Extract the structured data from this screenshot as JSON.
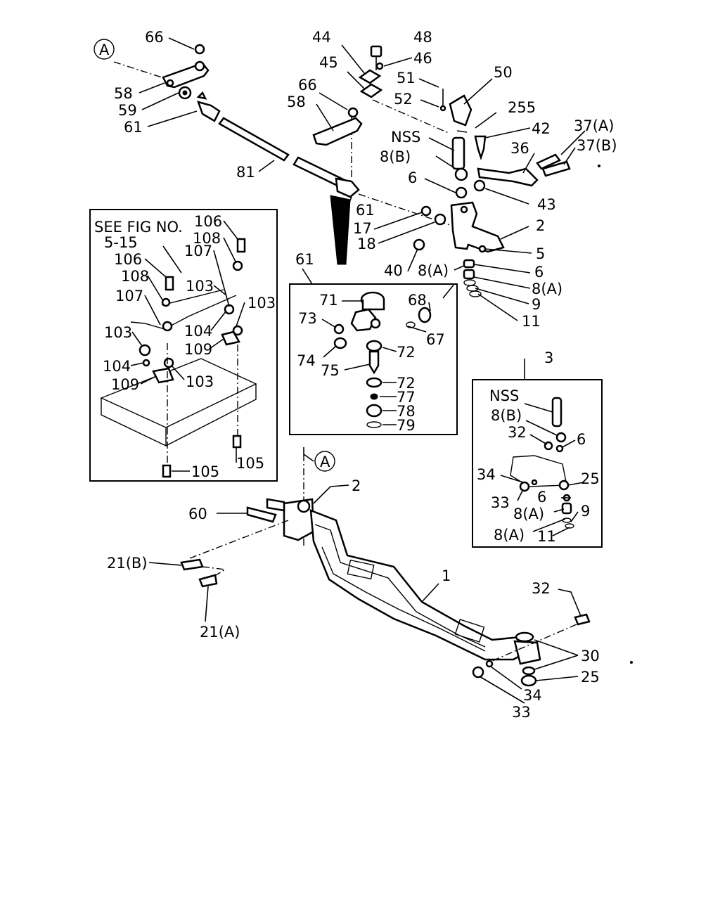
{
  "ref_mark": "A",
  "inset_note": [
    "SEE FIG NO.",
    "5-15"
  ],
  "callouts": {
    "c66a": "66",
    "c58a": "58",
    "c59": "59",
    "c61a": "61",
    "c81": "81",
    "c44": "44",
    "c48": "48",
    "c46": "46",
    "c45": "45",
    "c51": "51",
    "c50": "50",
    "c52": "52",
    "c255": "255",
    "c66b": "66",
    "c58b": "58",
    "c42": "42",
    "c37a": "37(A)",
    "c37b": "37(B)",
    "cnss1": "NSS",
    "c36": "36",
    "c8b1": "8(B)",
    "c6a": "6",
    "c43": "43",
    "c61b": "61",
    "c17": "17",
    "c2a": "2",
    "c18": "18",
    "c5": "5",
    "c40": "40",
    "c8a1": "8(A)",
    "c6b": "6",
    "c8a2": "8(A)",
    "c9a": "9",
    "c11a": "11",
    "c106a": "106",
    "c108a": "108",
    "c107a": "107",
    "c106b": "106",
    "c108b": "108",
    "c107b": "107",
    "c103a": "103",
    "c103b": "103",
    "c104a": "104",
    "c109a": "109",
    "c103c": "103",
    "c104b": "104",
    "c109b": "109",
    "c103d": "103",
    "c105a": "105",
    "c105b": "105",
    "c61c": "61",
    "c71": "71",
    "c68": "68",
    "c73": "73",
    "c67": "67",
    "c74": "74",
    "c72a": "72",
    "c75": "75",
    "c72b": "72",
    "c77": "77",
    "c78": "78",
    "c79": "79",
    "c3": "3",
    "cnss2": "NSS",
    "c8b2": "8(B)",
    "c32a": "32",
    "c6c": "6",
    "c34a": "34",
    "c25a": "25",
    "c6d": "6",
    "c33a": "33",
    "c8a3": "8(A)",
    "c9b": "9",
    "c8a4": "8(A)",
    "c11b": "11",
    "c2b": "2",
    "c60": "60",
    "c21b": "21(B)",
    "c21a": "21(A)",
    "c1": "1",
    "c32b": "32",
    "c30": "30",
    "c25b": "25",
    "c34b": "34",
    "c33b": "33"
  }
}
